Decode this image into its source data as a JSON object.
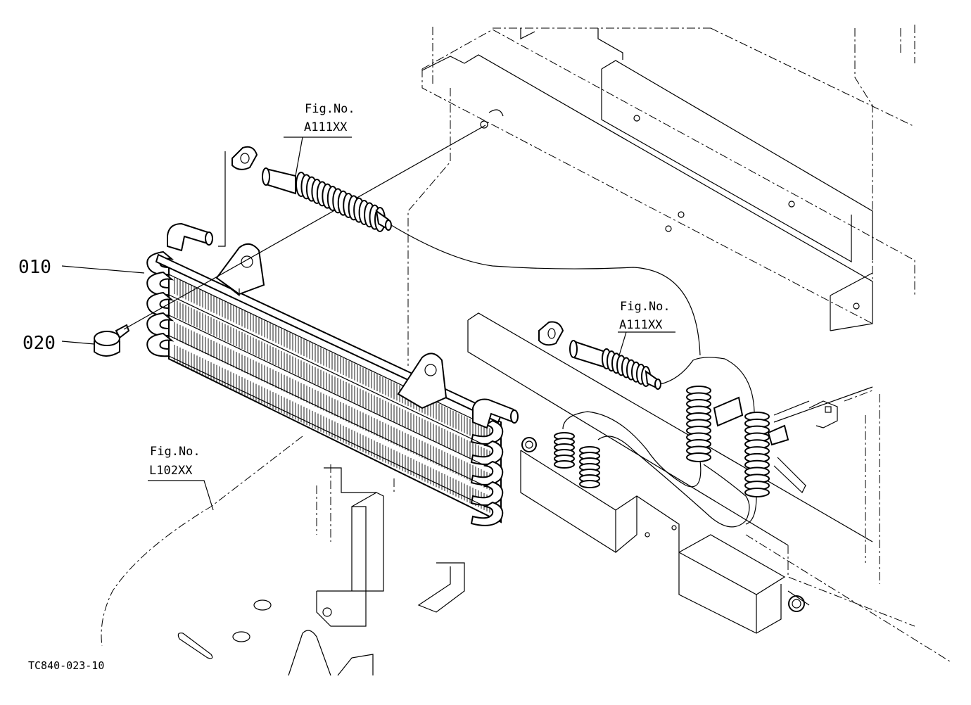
{
  "callouts": {
    "oil_cooler": "010",
    "bolt": "020"
  },
  "references": {
    "hose_upper": {
      "prefix": "Fig.No.",
      "code": "A111XX"
    },
    "hose_lower": {
      "prefix": "Fig.No.",
      "code": "A111XX"
    },
    "frame": {
      "prefix": "Fig.No.",
      "code": "L102XX"
    }
  },
  "drawing_code": "TC840-023-10",
  "colors": {
    "line": "#000000",
    "background": "#ffffff"
  }
}
